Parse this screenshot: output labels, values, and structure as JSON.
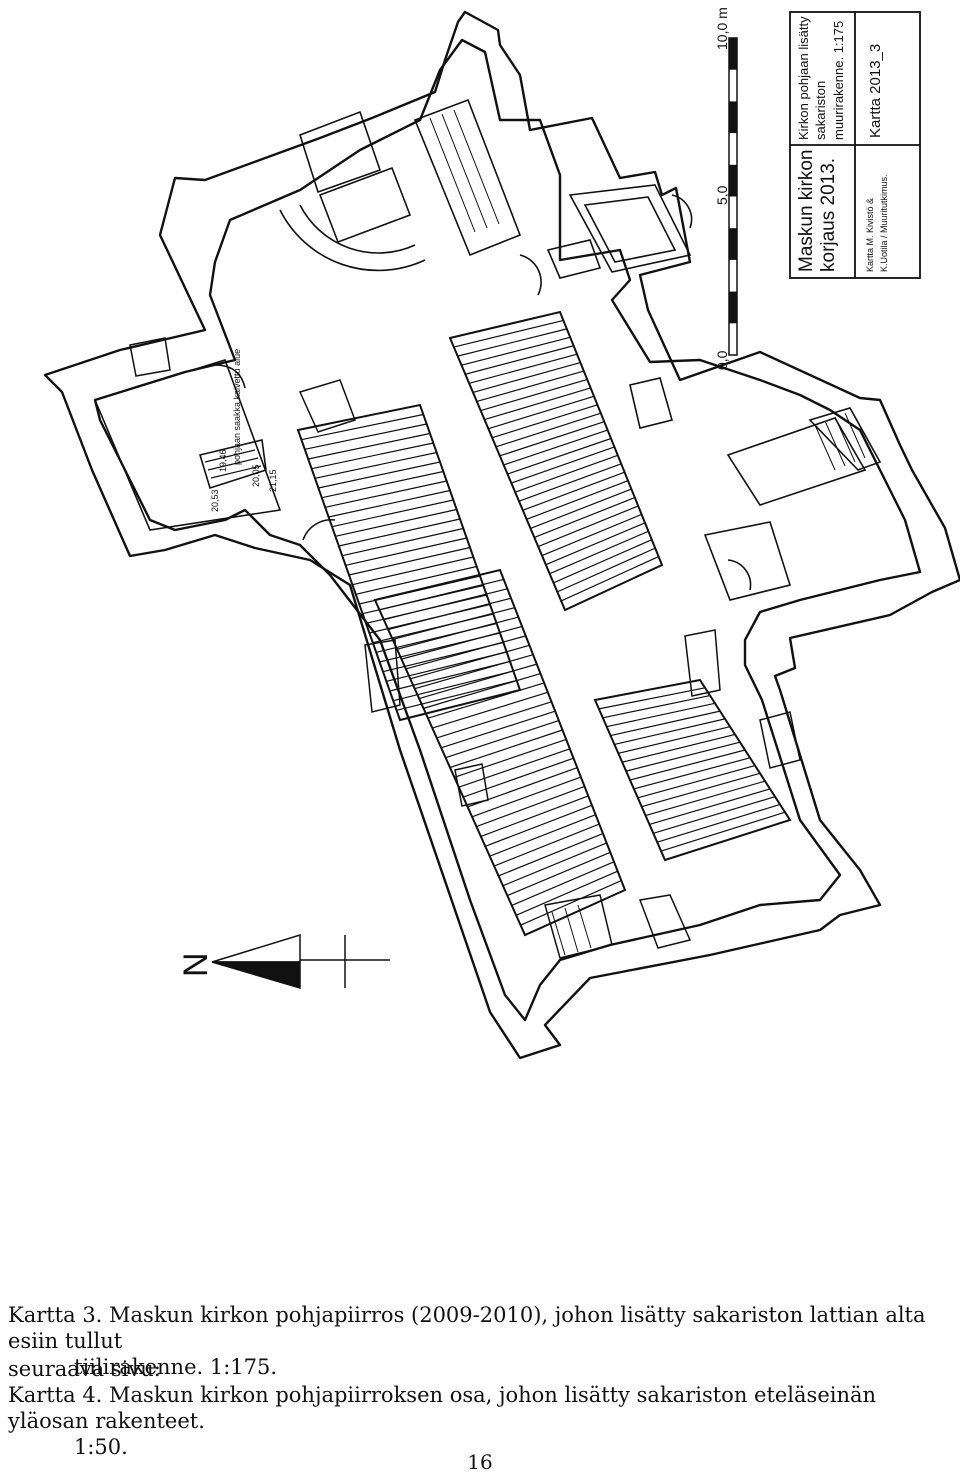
{
  "title_block": {
    "project_title": [
      "Maskun kirkon",
      "korjaus 2013."
    ],
    "description": [
      "Kirkon pohjaan lisätty",
      "sakariston",
      "muurirakenne. 1:175"
    ],
    "authors": [
      "Kartta M. Kivistö &",
      "K.Uotila / Muuritutkimus."
    ],
    "map_id": "Kartta 2013_3"
  },
  "scale_bar": {
    "labels": [
      "0,0",
      "5,0",
      "10,0 m"
    ]
  },
  "north_arrow": {
    "label": "N"
  },
  "plan_annotations": {
    "elevations": [
      "20,53",
      "19,46",
      "20,05",
      "21,15"
    ],
    "area_note": "pohjaan saakka kaivettu alue"
  },
  "caption": {
    "line1": "Kartta 3. Maskun kirkon pohjapiirros (2009-2010), johon lisätty sakariston lattian alta esiin tullut",
    "line2": "tiilirakenne. 1:175."
  },
  "next_page": {
    "label": "seuraava sivu:",
    "line1": "Kartta 4. Maskun kirkon pohjapiirroksen osa, johon lisätty sakariston eteläseinän yläosan rakenteet.",
    "line2": "1:50."
  },
  "page_number": "16"
}
